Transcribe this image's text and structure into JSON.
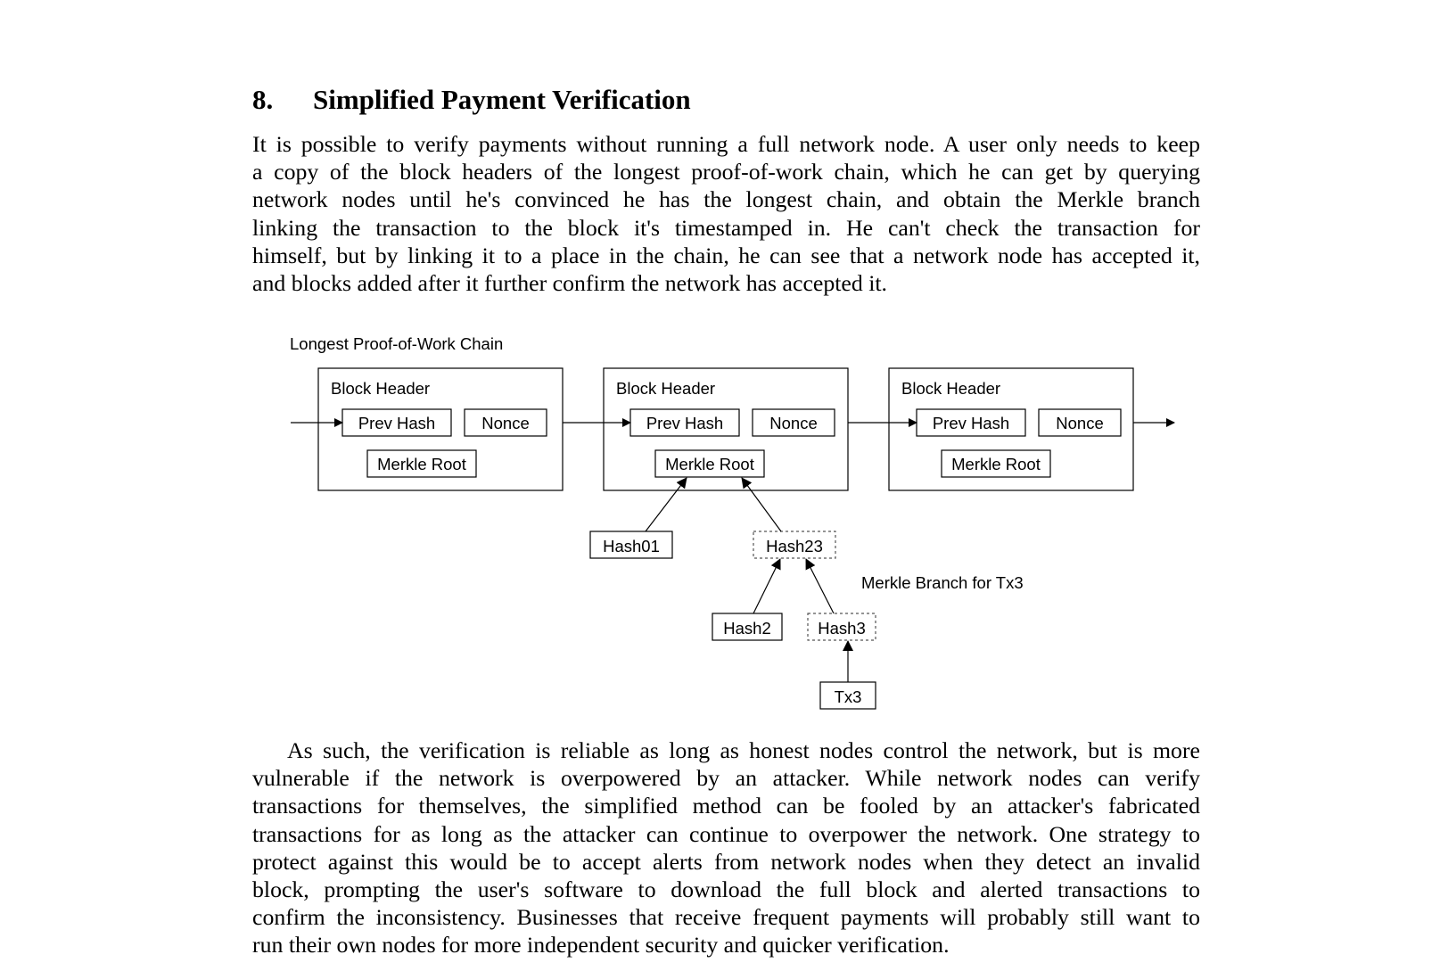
{
  "section": {
    "number": "8.",
    "title": "Simplified Payment Verification"
  },
  "paragraph1": [
    "It is possible to verify payments without running a full network node.  A user only needs to keep",
    "a copy of the block headers of the longest proof-of-work chain, which he can get by querying",
    "network nodes until he's convinced he has the longest chain, and obtain the Merkle branch",
    "linking the transaction to the block it's timestamped in.  He can't check the transaction for",
    "himself, but by linking it to a place in the chain, he can see that a network node has accepted it,",
    "and blocks added after it further confirm the network has accepted it."
  ],
  "diagram": {
    "chain_label": "Longest Proof-of-Work Chain",
    "blocks": [
      {
        "header": "Block Header",
        "prev_hash": "Prev Hash",
        "nonce": "Nonce",
        "merkle_root": "Merkle Root"
      },
      {
        "header": "Block Header",
        "prev_hash": "Prev Hash",
        "nonce": "Nonce",
        "merkle_root": "Merkle Root"
      },
      {
        "header": "Block Header",
        "prev_hash": "Prev Hash",
        "nonce": "Nonce",
        "merkle_root": "Merkle Root"
      }
    ],
    "hash01": "Hash01",
    "hash23": "Hash23",
    "hash2": "Hash2",
    "hash3": "Hash3",
    "tx3": "Tx3",
    "branch_label": "Merkle Branch for Tx3"
  },
  "paragraph2": [
    "As such, the verification is reliable as long as honest nodes control the network, but is more",
    "vulnerable if the network is overpowered by an attacker.  While network nodes can verify",
    "transactions for themselves, the simplified method can be fooled by an attacker's fabricated",
    "transactions for as long as the attacker can continue to overpower the network.  One strategy to",
    "protect against this would be to accept alerts from network nodes when they detect an invalid",
    "block, prompting the user's software to download the full block and alerted transactions to",
    "confirm the inconsistency.  Businesses that receive frequent payments will probably still want to",
    "run their own nodes for more independent security and quicker verification."
  ]
}
